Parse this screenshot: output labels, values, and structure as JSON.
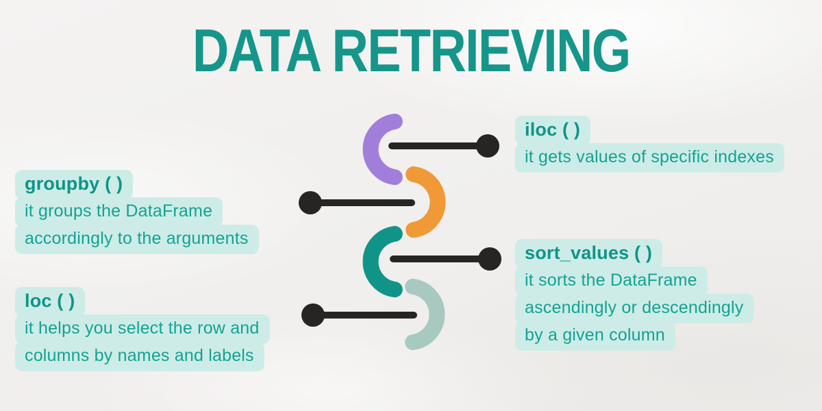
{
  "title": "DATA RETRIEVING",
  "colors": {
    "title_text": "#16968a",
    "heading_text": "#0e9488",
    "body_text": "#13a294",
    "highlight_bg": "#cdece7",
    "arc_purple": "#a27edb",
    "arc_orange": "#f09936",
    "arc_teal": "#119488",
    "arc_sage": "#a8c9c0",
    "connector": "#272524",
    "background": "#f1f0ee"
  },
  "functions": [
    {
      "name": "iloc ( )",
      "lines": [
        "it gets values of specific indexes"
      ]
    },
    {
      "name": "groupby ( )",
      "lines": [
        "it groups the DataFrame",
        "accordingly to the arguments"
      ]
    },
    {
      "name": "loc ( )",
      "lines": [
        "it helps you select the row and",
        "columns by names and labels"
      ]
    },
    {
      "name": "sort_values ( )",
      "lines": [
        "it sorts the DataFrame",
        "ascendingly or descendingly",
        "by a given column"
      ]
    }
  ],
  "diagram": {
    "arcs": [
      "purple-arc",
      "orange-arc",
      "teal-arc",
      "sage-arc"
    ],
    "connectors": [
      "iloc-connector",
      "groupby-connector",
      "sort-values-connector",
      "loc-connector"
    ]
  }
}
